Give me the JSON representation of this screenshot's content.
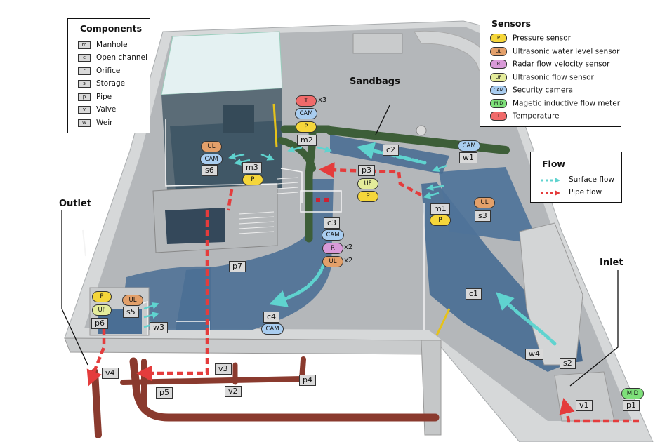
{
  "colors": {
    "floor": "#b9bcbf",
    "wall": "#d3d5d6",
    "water": "#4a6e94",
    "green_pipe": "#3d5e38",
    "brown_pipe": "#8a3a2e",
    "surface_flow": "#5fd3cf",
    "pipe_flow": "#e43c3c",
    "pressure": "#f5d63a",
    "ultrasonic_level": "#e3a06a",
    "radar": "#d99ad8",
    "ultrasonic_flow": "#e4ec9a",
    "camera": "#a9cdf0",
    "mid": "#7ee07a",
    "temperature": "#f06a6a"
  },
  "components_legend": {
    "title": "Components",
    "items": [
      {
        "key": "m",
        "label": "Manhole"
      },
      {
        "key": "c",
        "label": "Open channel"
      },
      {
        "key": "r",
        "label": "Orifice"
      },
      {
        "key": "s",
        "label": "Storage"
      },
      {
        "key": "p",
        "label": "Pipe"
      },
      {
        "key": "v",
        "label": "Valve"
      },
      {
        "key": "w",
        "label": "Weir"
      }
    ]
  },
  "sensors_legend": {
    "title": "Sensors",
    "items": [
      {
        "key": "P",
        "label": "Pressure sensor",
        "color": "#f5d63a"
      },
      {
        "key": "UL",
        "label": "Ultrasonic water level sensor",
        "color": "#e3a06a"
      },
      {
        "key": "R",
        "label": "Radar flow velocity sensor",
        "color": "#d99ad8"
      },
      {
        "key": "UF",
        "label": "Ultrasonic flow sensor",
        "color": "#e4ec9a"
      },
      {
        "key": "CAM",
        "label": "Security camera",
        "color": "#a9cdf0"
      },
      {
        "key": "MID",
        "label": "Magetic inductive flow meter",
        "color": "#7ee07a"
      },
      {
        "key": "T",
        "label": "Temperature",
        "color": "#f06a6a"
      }
    ]
  },
  "flow_legend": {
    "title": "Flow",
    "items": [
      {
        "label": "Surface flow",
        "color": "#5fd3cf"
      },
      {
        "label": "Pipe flow",
        "color": "#e43c3c"
      }
    ]
  },
  "annotations": {
    "sandbags": "Sandbags",
    "outlet": "Outlet",
    "inlet": "Inlet"
  },
  "component_tags": {
    "m1": "m1",
    "m2": "m2",
    "m3": "m3",
    "c1": "c1",
    "c2": "c2",
    "c3": "c3",
    "c4": "c4",
    "s2": "s2",
    "s3": "s3",
    "s5": "s5",
    "s6": "s6",
    "p1": "p1",
    "p3": "p3",
    "p4": "p4",
    "p5": "p5",
    "p6": "p6",
    "p7": "p7",
    "v1": "v1",
    "v2": "v2",
    "v3": "v3",
    "v4": "v4",
    "w1": "w1",
    "w3": "w3",
    "w4": "w4"
  },
  "sensor_badges": {
    "P": "P",
    "UL": "UL",
    "R": "R",
    "UF": "UF",
    "CAM": "CAM",
    "MID": "MID",
    "T": "T",
    "x2": "x2",
    "x3": "x3"
  }
}
